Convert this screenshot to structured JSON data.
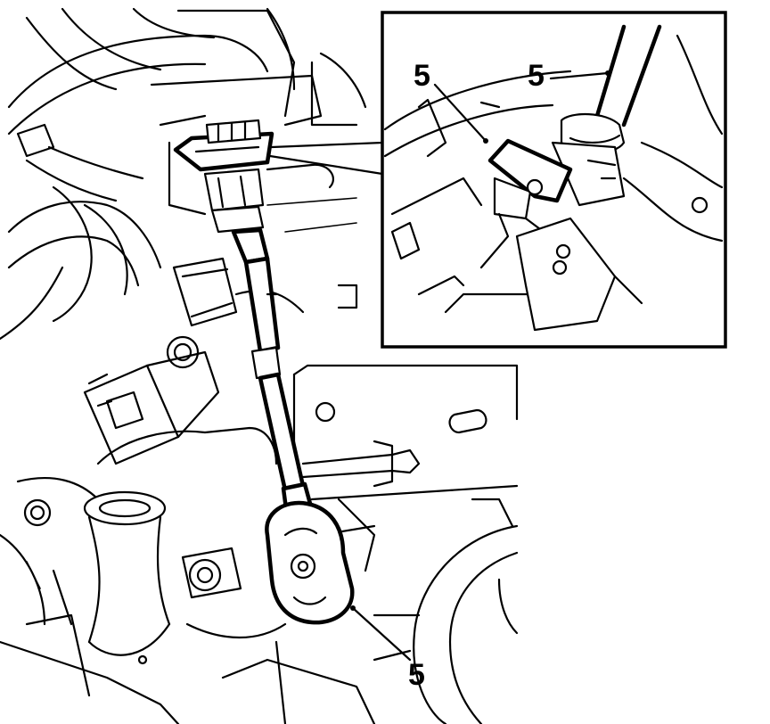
{
  "figure": {
    "callouts": [
      {
        "id": "callout-detail-left",
        "label": "5"
      },
      {
        "id": "callout-detail-right",
        "label": "5"
      },
      {
        "id": "callout-main",
        "label": "5"
      }
    ]
  }
}
